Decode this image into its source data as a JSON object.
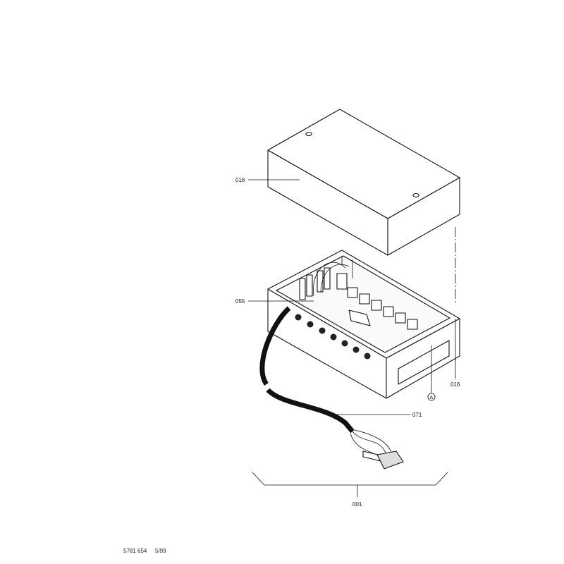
{
  "labels": {
    "lid": "016",
    "board": "055",
    "base": "016",
    "marker": "A",
    "cable": "071",
    "assembly": "001"
  },
  "footer": {
    "doc_number": "5781 654",
    "date": "5/99"
  }
}
